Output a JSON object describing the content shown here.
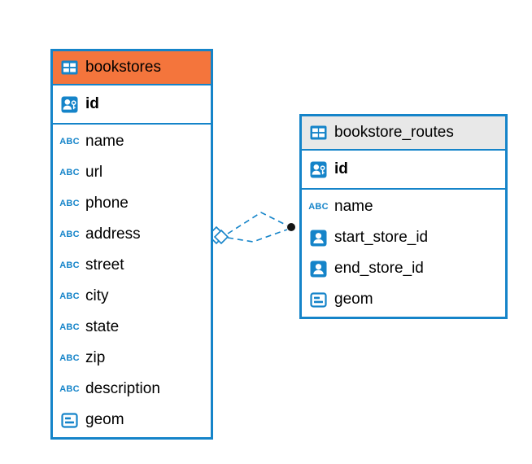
{
  "diagram": {
    "type": "entity-relationship",
    "background": "#ffffff"
  },
  "colors": {
    "accent_blue": "#1584C9",
    "bookstores_header": "#F4753C",
    "routes_header": "#E8E8E8",
    "text": "#000000",
    "connector": "#1584C9",
    "dot": "#141414"
  },
  "tables": [
    {
      "id": "bookstores",
      "title": "bookstores",
      "header_icon": "table-icon",
      "key_fields": [
        {
          "name": "id",
          "icon": "person-key-icon"
        }
      ],
      "fields": [
        {
          "name": "name",
          "icon": "text-icon"
        },
        {
          "name": "url",
          "icon": "text-icon"
        },
        {
          "name": "phone",
          "icon": "text-icon"
        },
        {
          "name": "address",
          "icon": "text-icon"
        },
        {
          "name": "street",
          "icon": "text-icon"
        },
        {
          "name": "city",
          "icon": "text-icon"
        },
        {
          "name": "state",
          "icon": "text-icon"
        },
        {
          "name": "zip",
          "icon": "text-icon"
        },
        {
          "name": "description",
          "icon": "text-icon"
        },
        {
          "name": "geom",
          "icon": "geometry-icon"
        }
      ]
    },
    {
      "id": "bookstore_routes",
      "title": "bookstore_routes",
      "header_icon": "table-icon",
      "key_fields": [
        {
          "name": "id",
          "icon": "person-key-icon"
        }
      ],
      "fields": [
        {
          "name": "name",
          "icon": "text-icon"
        },
        {
          "name": "start_store_id",
          "icon": "person-icon"
        },
        {
          "name": "end_store_id",
          "icon": "person-icon"
        },
        {
          "name": "geom",
          "icon": "geometry-icon"
        }
      ]
    }
  ],
  "connector": {
    "from_table": "bookstores",
    "to_table": "bookstore_routes",
    "line_style": "dashed",
    "source_marker": "diamond",
    "target_marker": "filled-dot"
  }
}
